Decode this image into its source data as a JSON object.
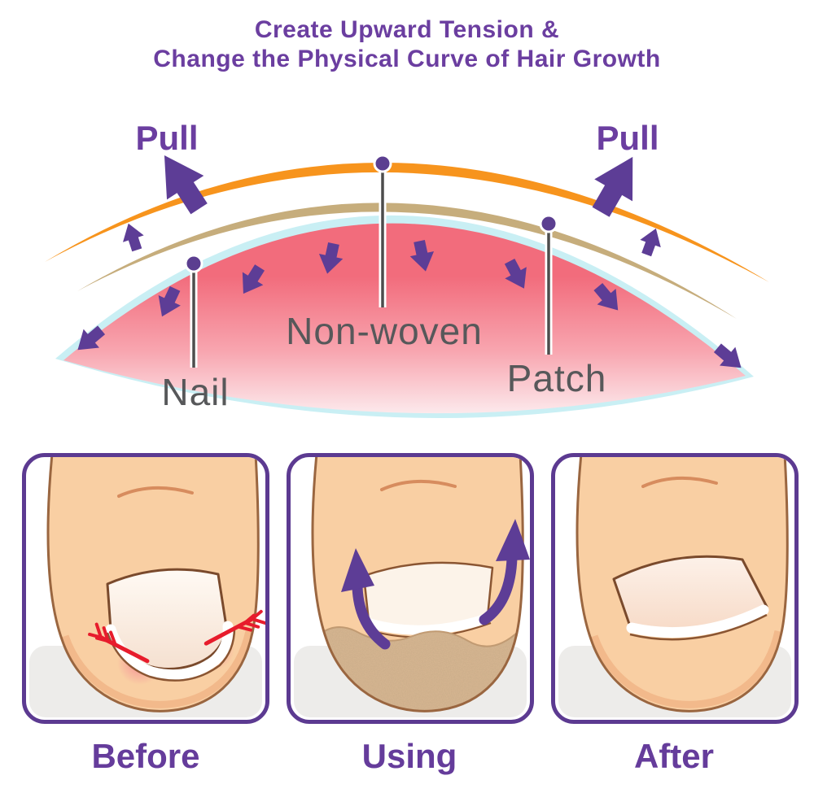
{
  "title": {
    "line1": "Create Upward Tension &",
    "line2": "Change the Physical Curve of Hair Growth"
  },
  "diagram": {
    "pull_left": "Pull",
    "pull_right": "Pull",
    "labels": {
      "nail": "Nail",
      "nonwoven": "Non-woven",
      "patch": "Patch"
    }
  },
  "panels": [
    {
      "id": "before",
      "label": "Before"
    },
    {
      "id": "using",
      "label": "Using"
    },
    {
      "id": "after",
      "label": "After"
    }
  ],
  "colors": {
    "title_purple": "#6B3EA0",
    "label_purple": "#653C9B",
    "arrow_purple": "#5D3D96",
    "panel_border_purple": "#5C3A91",
    "orange": "#F7941D",
    "tan": "#C6AD7C",
    "light_blue": "#C9EFF4",
    "pink_top": "#F26C7C",
    "pink_mid": "#F8A6B0",
    "pink_bottom": "#FCE9EC",
    "gray_label": "#57585A",
    "leader_gray": "#4D4D4D",
    "dot_purple": "#5B3E90",
    "skin": "#F9CFA3",
    "skin_outline": "#9A6640",
    "skin_shade": "#F2B98B",
    "patch_tan": "#D9B893",
    "red": "#E71C2C"
  }
}
